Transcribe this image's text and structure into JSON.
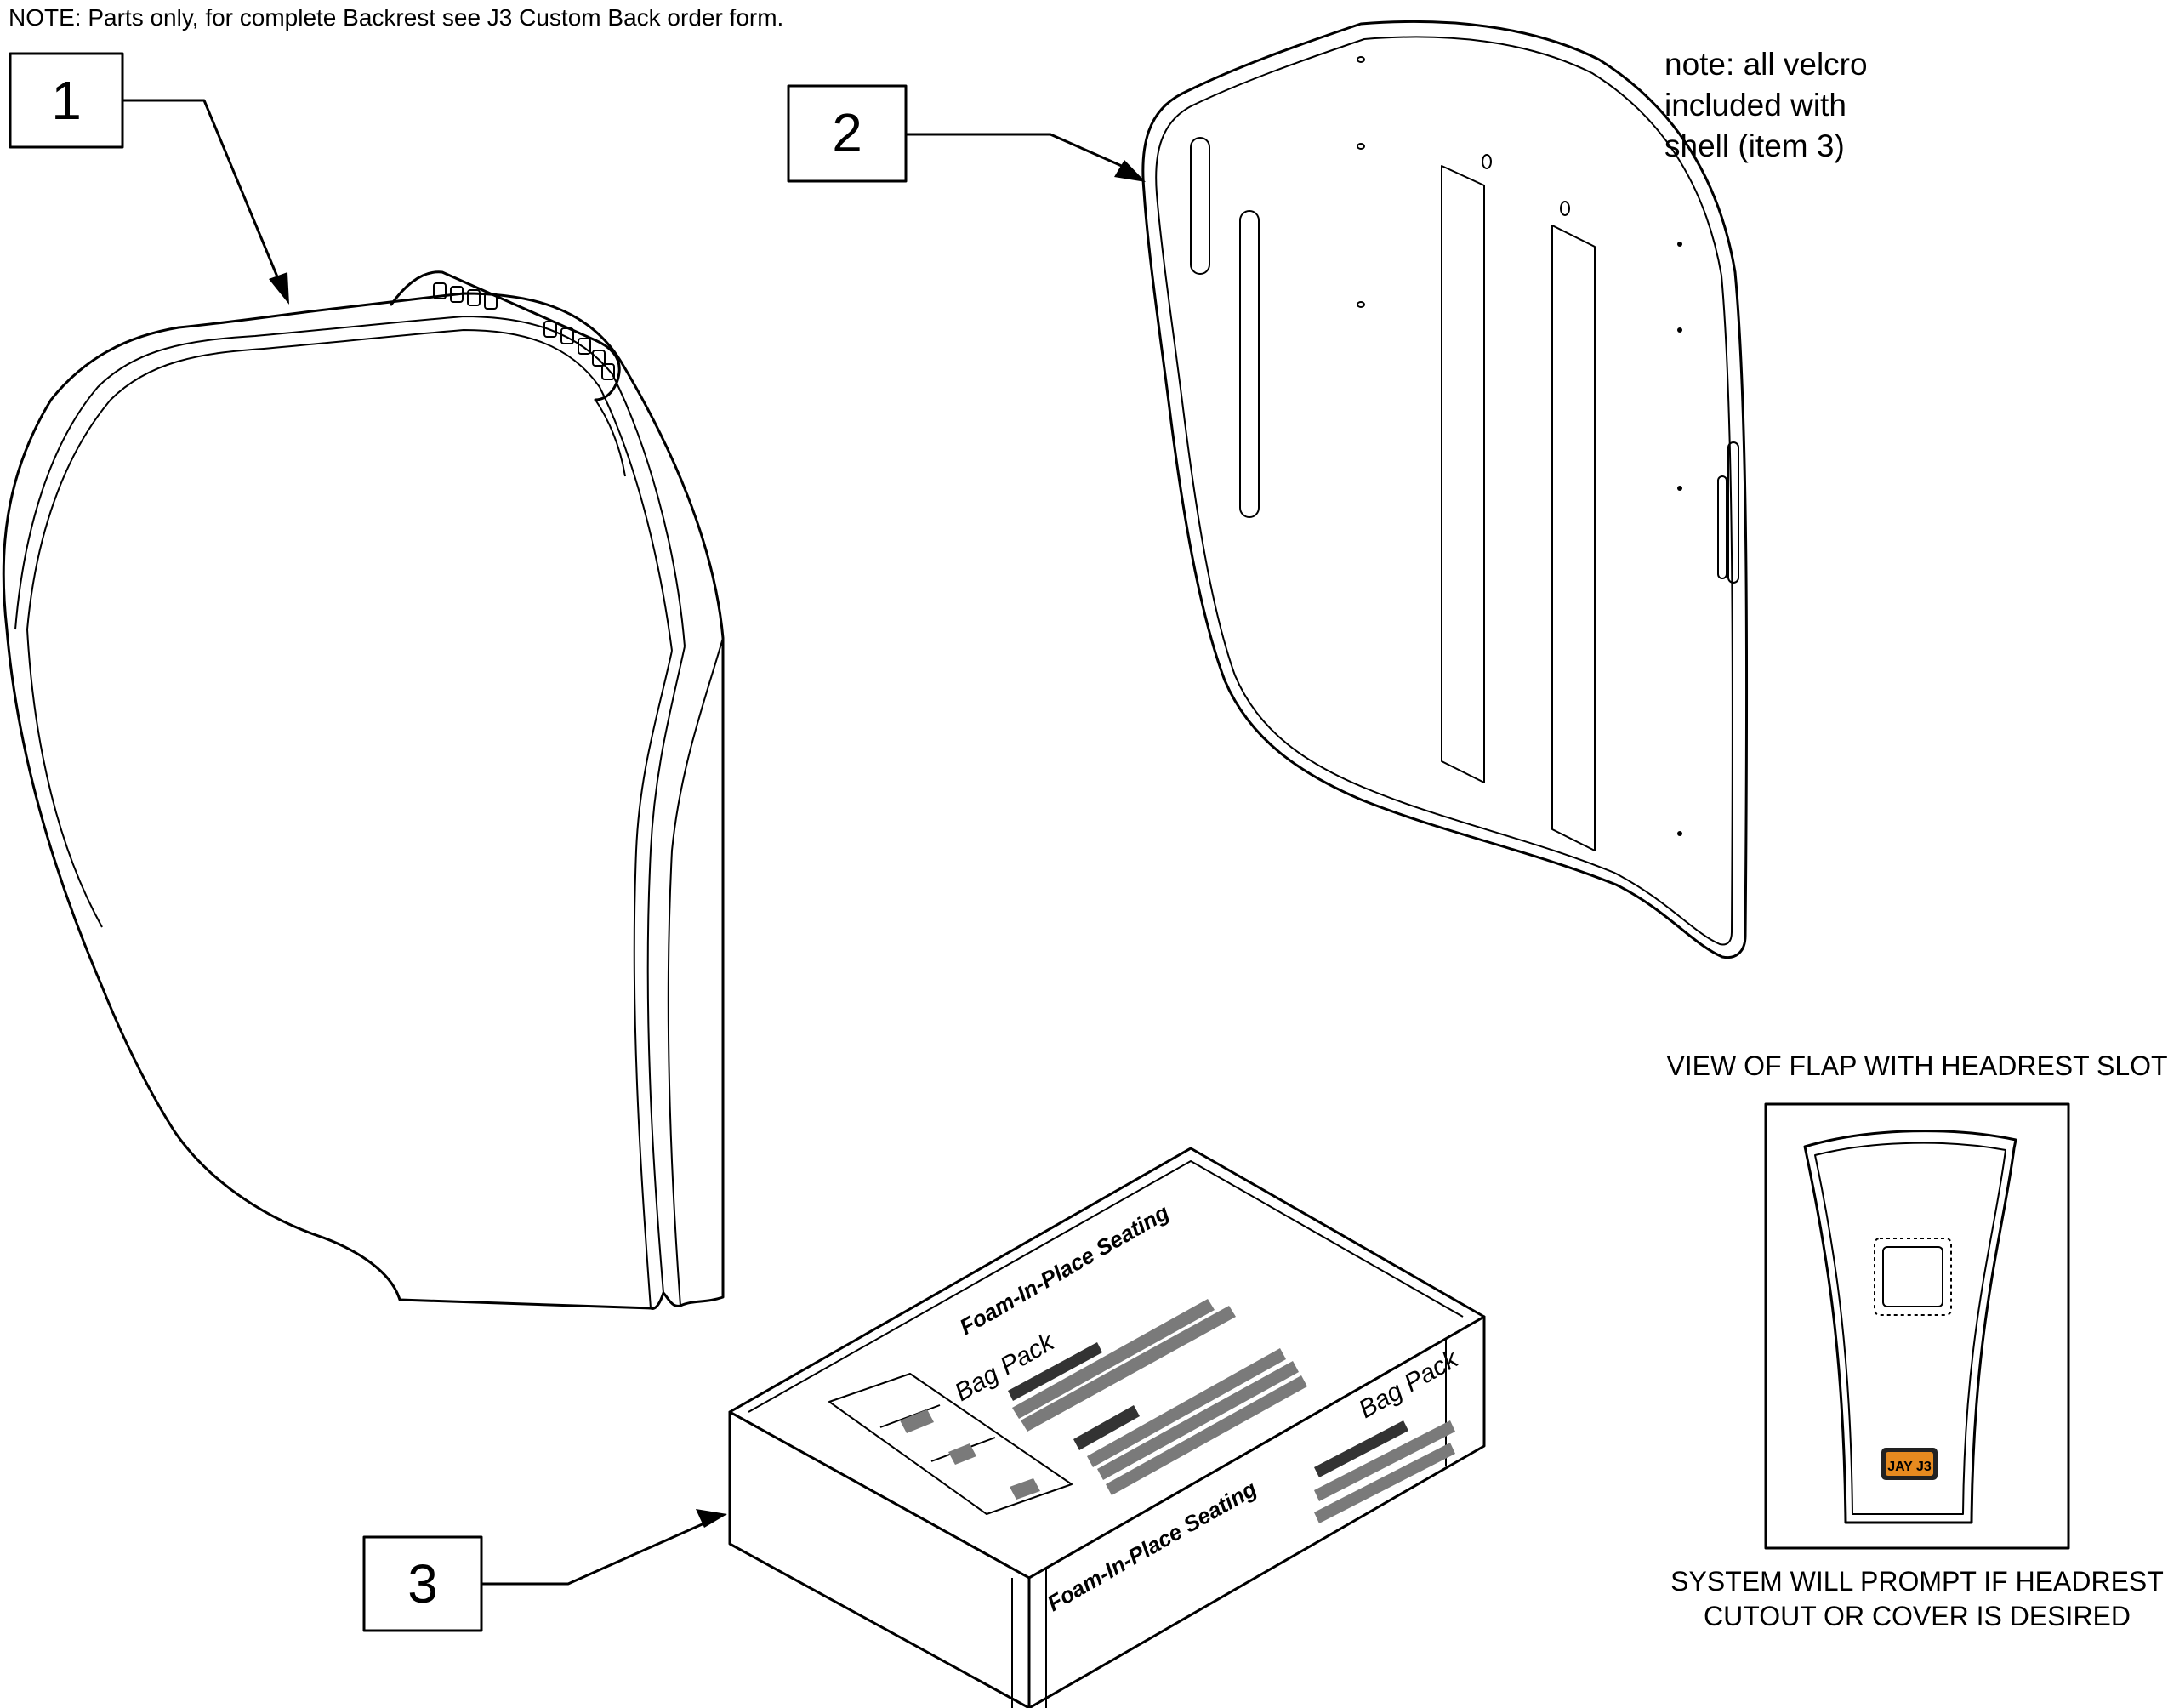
{
  "header_note": "NOTE: Parts only, for complete Backrest see J3 Custom Back order form.",
  "callouts": [
    {
      "number": "1"
    },
    {
      "number": "2"
    },
    {
      "number": "3"
    }
  ],
  "velcro_note": {
    "lines": [
      "note: all velcro",
      "included with",
      "shell (item 3)"
    ]
  },
  "flap_view": {
    "title": "VIEW OF FLAP WITH HEADREST SLOT",
    "caption_lines": [
      "SYSTEM WILL PROMPT IF HEADREST",
      "CUTOUT OR COVER IS DESIRED"
    ],
    "logo_text": "JAY J3"
  },
  "package_box": {
    "top_title": "Foam-In-Place Seating",
    "top_subtitle": "Bag Pack",
    "side_title": "Bag Pack",
    "front_title": "Foam-In-Place Seating"
  }
}
